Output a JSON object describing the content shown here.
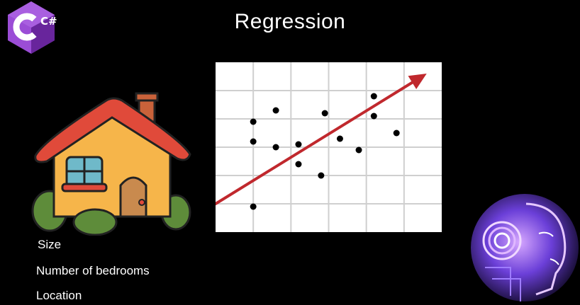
{
  "slide": {
    "title": "Regression",
    "features": [
      "Size",
      "Number of bedrooms",
      "Location"
    ],
    "logo_text": "C#",
    "colors": {
      "background": "#000000",
      "arrow": "#c0282d",
      "logo": "#7b3fbf"
    }
  },
  "chart_data": {
    "type": "scatter",
    "title": "",
    "xlabel": "",
    "ylabel": "",
    "xlim": [
      0,
      6
    ],
    "ylim": [
      0,
      6
    ],
    "grid": true,
    "points": [
      {
        "x": 1.0,
        "y": 0.9
      },
      {
        "x": 1.0,
        "y": 3.9
      },
      {
        "x": 1.0,
        "y": 3.2
      },
      {
        "x": 1.6,
        "y": 4.3
      },
      {
        "x": 1.6,
        "y": 3.0
      },
      {
        "x": 2.2,
        "y": 3.1
      },
      {
        "x": 2.2,
        "y": 2.4
      },
      {
        "x": 2.8,
        "y": 2.0
      },
      {
        "x": 2.9,
        "y": 4.2
      },
      {
        "x": 3.3,
        "y": 3.3
      },
      {
        "x": 3.8,
        "y": 2.9
      },
      {
        "x": 4.2,
        "y": 4.8
      },
      {
        "x": 4.2,
        "y": 4.1
      },
      {
        "x": 4.8,
        "y": 3.5
      }
    ],
    "trend": {
      "x": [
        0,
        5.6
      ],
      "y": [
        1.0,
        5.6
      ]
    }
  }
}
